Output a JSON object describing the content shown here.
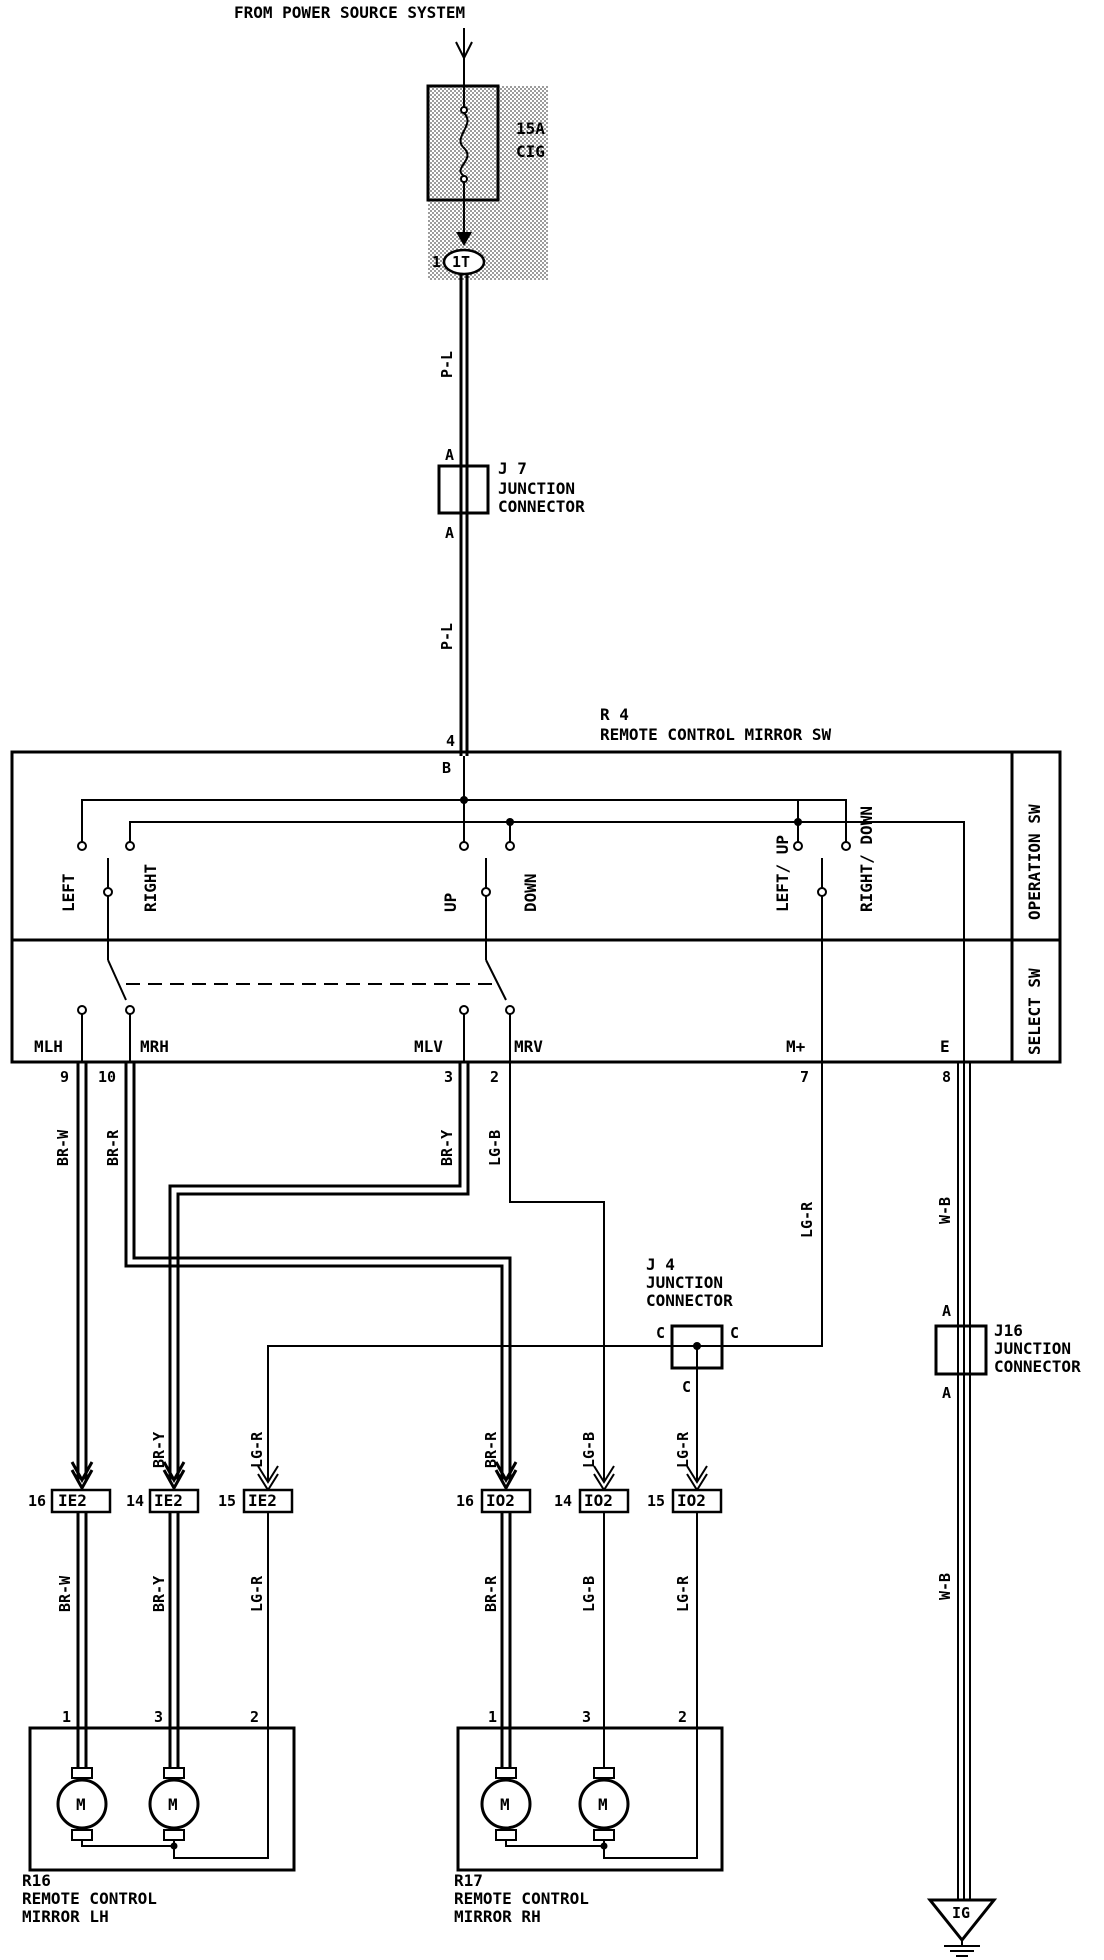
{
  "power": {
    "label": "FROM POWER SOURCE SYSTEM"
  },
  "fuse": {
    "amp": "15A",
    "name": "CIG",
    "connector": "1T",
    "pin": "1"
  },
  "junctions": {
    "j7": {
      "id": "J 7",
      "line1": "JUNCTION",
      "line2": "CONNECTOR",
      "pin_top": "A",
      "pin_bottom": "A"
    },
    "j4": {
      "id": "J 4",
      "line1": "JUNCTION",
      "line2": "CONNECTOR",
      "pin_left": "C",
      "pin_right": "C",
      "pin_bottom": "C"
    },
    "j16": {
      "id": "J16",
      "line1": "JUNCTION",
      "line2": "CONNECTOR",
      "pin_top": "A",
      "pin_bottom": "A"
    }
  },
  "mirror_switch": {
    "id": "R 4",
    "name": "REMOTE CONTROL MIRROR SW",
    "input_pin": "4",
    "input_terminal": "B",
    "operation_label": "OPERATION SW",
    "select_label": "SELECT SW",
    "contacts": [
      "LEFT",
      "RIGHT",
      "UP",
      "DOWN",
      "LEFT/ UP",
      "RIGHT/ DOWN"
    ],
    "terminals": [
      {
        "name": "MLH",
        "pin": "9"
      },
      {
        "name": "MRH",
        "pin": "10"
      },
      {
        "name": "MLV",
        "pin": "3"
      },
      {
        "name": "MRV",
        "pin": "2"
      },
      {
        "name": "M+",
        "pin": "7"
      },
      {
        "name": "E",
        "pin": "8"
      }
    ]
  },
  "wire_colors": {
    "power": "P-L",
    "mlh": "BR-W",
    "mrh": "BR-R",
    "mlv": "BR-Y",
    "mrv": "LG-B",
    "common": "LG-R",
    "ground": "W-B"
  },
  "connectors": [
    {
      "name": "IE2",
      "pin": "16"
    },
    {
      "name": "IE2",
      "pin": "14"
    },
    {
      "name": "IE2",
      "pin": "15"
    },
    {
      "name": "IO2",
      "pin": "16"
    },
    {
      "name": "IO2",
      "pin": "14"
    },
    {
      "name": "IO2",
      "pin": "15"
    }
  ],
  "mirrors": [
    {
      "id": "R16",
      "line1": "REMOTE CONTROL",
      "line2": "MIRROR LH",
      "pins": [
        "1",
        "3",
        "2"
      ],
      "motor": "M"
    },
    {
      "id": "R17",
      "line1": "REMOTE CONTROL",
      "line2": "MIRROR RH",
      "pins": [
        "1",
        "3",
        "2"
      ],
      "motor": "M"
    }
  ],
  "ground": {
    "label": "IG"
  }
}
